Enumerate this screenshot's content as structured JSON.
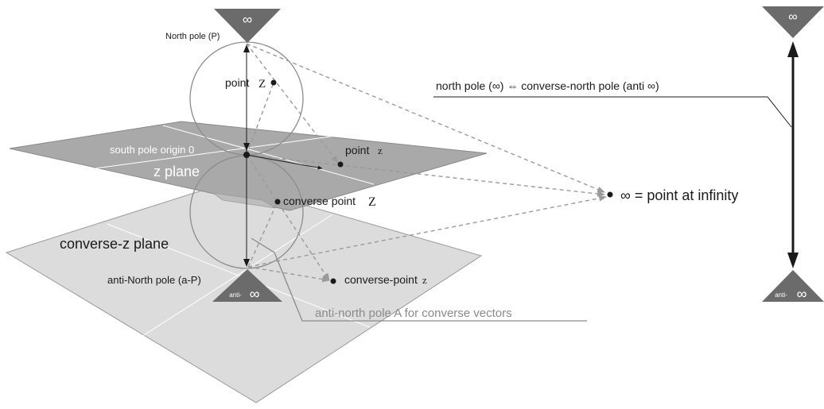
{
  "labels": {
    "north_pole": "North pole (P)",
    "point_Z_word": "point",
    "point_Z_letter": "Z",
    "south_pole_origin": "south pole origin 0",
    "z_plane": "z plane",
    "point_z_word": "point",
    "point_z_letter": "z",
    "converse_point_Z_word": "converse  point",
    "converse_point_Z_letter": "Z",
    "converse_z_plane": "converse-z plane",
    "anti_north_pole": "anti-North pole (a-P)",
    "converse_point_z_word": "converse-point",
    "converse_point_z_letter": "z",
    "anti_north_pole_A": "anti-north pole A for converse vectors",
    "point_at_infinity": "∞ = point at  infinity",
    "pole_relation": "north pole (∞) ⇔ converse-north pole (anti ∞)",
    "inf_symbol": "∞",
    "anti_prefix": "anti-"
  },
  "colors": {
    "triangle": "#6b6b6b",
    "z_plane": "#a9a9a9",
    "converse_plane": "#dcdcdc",
    "sphere_stroke": "#8c8c8c",
    "dash": "#9a9a9a",
    "ink": "#1a1a1a"
  }
}
